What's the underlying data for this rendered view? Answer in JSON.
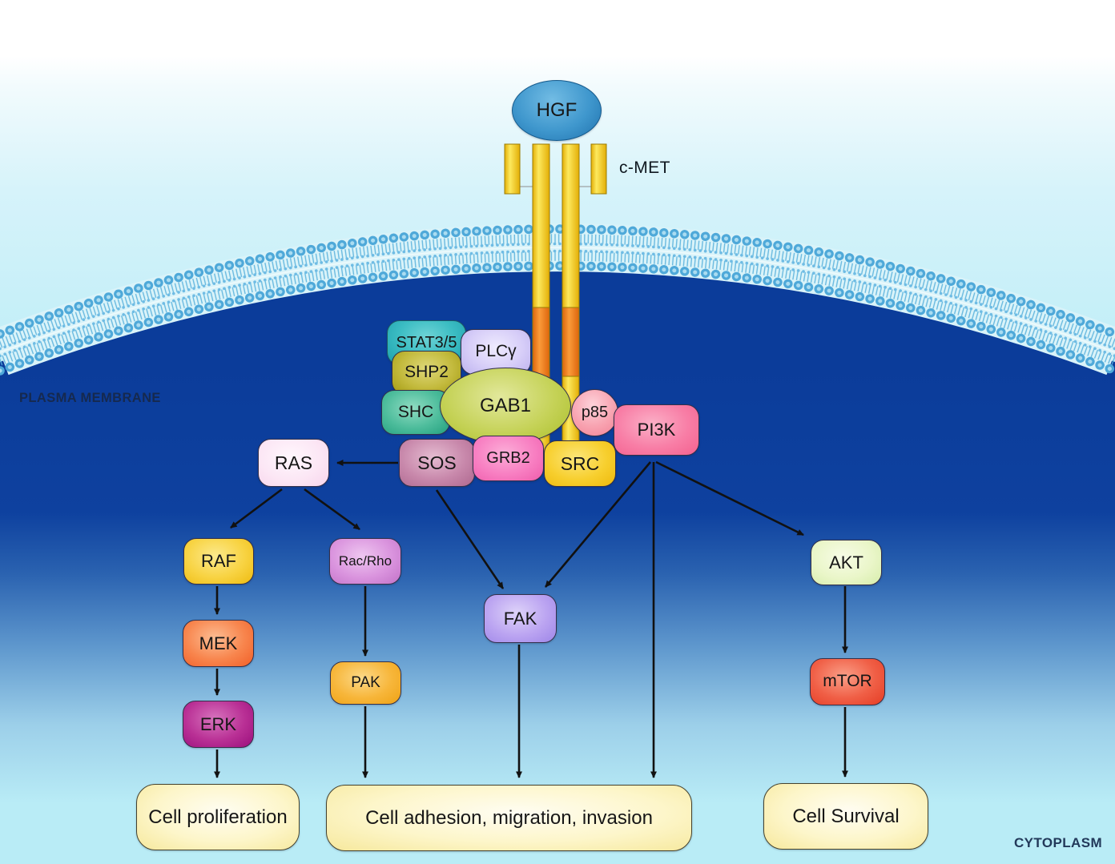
{
  "diagram": {
    "type": "signaling-pathway",
    "pathway": "HGF / c-MET receptor signaling",
    "compartments": {
      "membrane_label": "PLASMA MEMBRANE",
      "cytoplasm_label": "CYTOPLASM"
    },
    "ligand": {
      "label": "HGF"
    },
    "receptor": {
      "label": "c-MET"
    },
    "labels": {
      "hgf": "HGF",
      "cmet": "c-MET",
      "stat35": "STAT3/5",
      "plcg": "PLCγ",
      "shp2": "SHP2",
      "shc": "SHC",
      "gab1": "GAB1",
      "p85": "p85",
      "pi3k": "PI3K",
      "sos": "SOS",
      "grb2": "GRB2",
      "src": "SRC",
      "ras": "RAS",
      "raf": "RAF",
      "racrho": "Rac/Rho",
      "fak": "FAK",
      "akt": "AKT",
      "mek": "MEK",
      "erk": "ERK",
      "pak": "PAK",
      "mtor": "mTOR",
      "plasma_membrane": "PLASMA MEMBRANE",
      "cytoplasm": "CYTOPLASM",
      "cell_proliferation": "Cell proliferation",
      "cell_adhesion": "Cell adhesion, migration, invasion",
      "cell_survival": "Cell Survival"
    },
    "edges": [
      {
        "from": "HGF",
        "to": "c-MET"
      },
      {
        "from": "SOS",
        "to": "RAS"
      },
      {
        "from": "RAS",
        "to": "RAF"
      },
      {
        "from": "RAS",
        "to": "Rac/Rho"
      },
      {
        "from": "RAF",
        "to": "MEK"
      },
      {
        "from": "MEK",
        "to": "ERK"
      },
      {
        "from": "ERK",
        "to": "Cell proliferation"
      },
      {
        "from": "Rac/Rho",
        "to": "PAK"
      },
      {
        "from": "PAK",
        "to": "Cell adhesion, migration, invasion"
      },
      {
        "from": "SOS",
        "to": "FAK"
      },
      {
        "from": "PI3K",
        "to": "FAK"
      },
      {
        "from": "FAK",
        "to": "Cell adhesion, migration, invasion"
      },
      {
        "from": "PI3K",
        "to": "Cell adhesion, migration, invasion"
      },
      {
        "from": "PI3K",
        "to": "AKT"
      },
      {
        "from": "AKT",
        "to": "mTOR"
      },
      {
        "from": "mTOR",
        "to": "Cell Survival"
      }
    ],
    "colors": {
      "extracellular_bg": "#c4eff8",
      "cytoplasm_dark": "#0e419f",
      "cytoplasm_light": "#b9ecf6",
      "membrane_band": "#d9f3f9",
      "lipid_head": "#5fb4e2",
      "receptor_yellow": "#f5c91c",
      "receptor_orange": "#f07818",
      "hgf_blue": "#3f97cd",
      "arrow": "#111111",
      "outcome_box": "#fdf6ca"
    }
  }
}
